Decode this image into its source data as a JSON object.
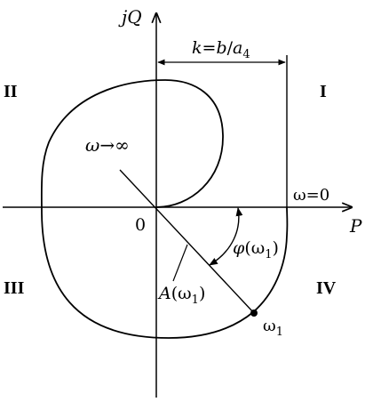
{
  "axes": {
    "y_label_j": "j",
    "y_label_q": "Q",
    "x_label": "P",
    "origin_label": "0"
  },
  "quadrants": {
    "I": "I",
    "II": "II",
    "III": "III",
    "IV": "IV"
  },
  "k_annotation": {
    "k": "k",
    "eq": "=",
    "b": "b",
    "slash": "/",
    "a": "a",
    "sub": "4"
  },
  "omega_zero_label": "ω=0",
  "omega_inf": {
    "omega": "ω",
    "arrow": "→",
    "inf": "∞"
  },
  "phase_label": {
    "phi": "φ",
    "open": "(",
    "omega": "ω",
    "sub": "1",
    "close": ")"
  },
  "amplitude_label": {
    "A": "A",
    "open": "(",
    "omega": "ω",
    "sub": "1",
    "close": ")"
  },
  "point_label": {
    "omega": "ω",
    "sub": "1"
  },
  "colors": {
    "ink": "#000000",
    "background": "#ffffff"
  }
}
